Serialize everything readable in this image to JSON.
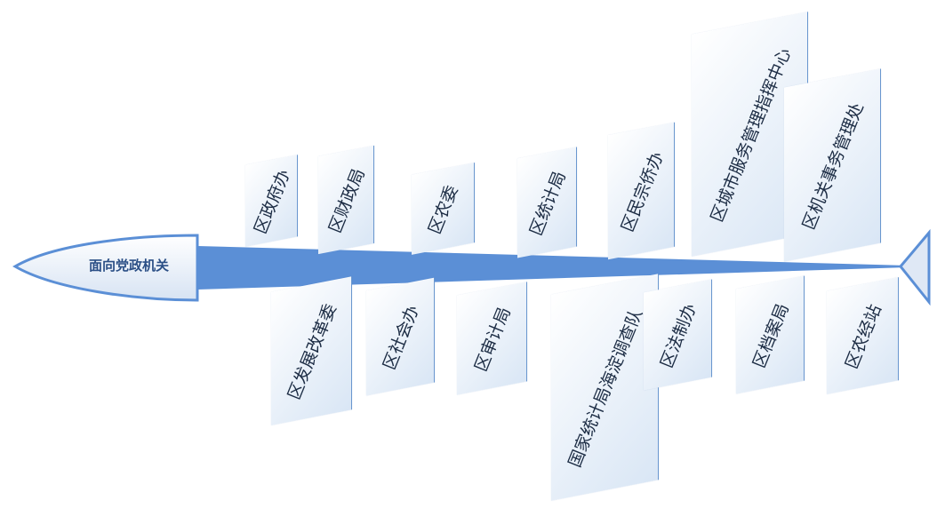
{
  "head": {
    "label": "面向党政机关"
  },
  "top_branches": [
    {
      "label": "区政府办"
    },
    {
      "label": "区财政局"
    },
    {
      "label": "区农委"
    },
    {
      "label": "区统计局"
    },
    {
      "label": "区民宗侨办"
    },
    {
      "label": "区城市服务管理指挥中心"
    },
    {
      "label": "区机关事务管理处"
    }
  ],
  "bottom_branches": [
    {
      "label": "区发展改革委"
    },
    {
      "label": "区社会办"
    },
    {
      "label": "区审计局"
    },
    {
      "label": "国家统计局海淀调查队"
    },
    {
      "label": "区法制办"
    },
    {
      "label": "区档案局"
    },
    {
      "label": "区农经站"
    }
  ],
  "colors": {
    "spine": "#5b8fd6",
    "outline": "#5b8fd6",
    "head_fill": "#e3ebf6",
    "text": "#1c2c44"
  }
}
